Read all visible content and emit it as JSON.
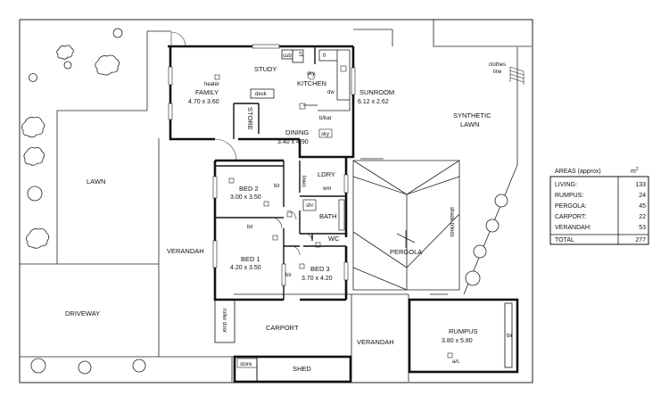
{
  "rooms": {
    "study": "STUDY",
    "family": "FAMILY",
    "family_dim": "4.70 x 3.60",
    "kitchen": "KITCHEN",
    "sunroom": "SUNROOM",
    "sunroom_dim": "6.12 x 2.62",
    "dining": "DINING",
    "dining_dim": "3.40 x 4.90",
    "store": "STORE",
    "lawn": "LAWN",
    "synthetic_lawn_1": "SYNTHETIC",
    "synthetic_lawn_2": "LAWN",
    "bed2": "BED 2",
    "bed2_dim": "3.00 x 3.50",
    "ldry": "LDRY",
    "bath": "BATH",
    "wc": "WC",
    "verandah_left": "VERANDAH",
    "bed1": "BED 1",
    "bed1_dim": "4.20 x 3.50",
    "bed3": "BED 3",
    "bed3_dim": "3.70 x 4.20",
    "pergola": "PERGOLA",
    "driveway": "DRIVEWAY",
    "carport": "CARPORT",
    "verandah_bottom": "VERANDAH",
    "rumpus": "RUMPUS",
    "rumpus_dim": "3.80 x 5.80",
    "shed": "SHED"
  },
  "fixtures": {
    "heater": "heater",
    "desk": "desk",
    "cub": "cub",
    "rf": "r/f",
    "fr": "fr",
    "sky1": "sky",
    "sky2": "sky",
    "dw": "dw",
    "bbar": "b/bar",
    "bir_bed2": "bir",
    "bir_hall": "bir",
    "bir_bed3": "bir",
    "bir_rumpus": "bir",
    "linen": "linen",
    "wm": "wm",
    "shr": "shr",
    "shade_blinds": "shade blinds",
    "clothes_line_1": "clothes",
    "clothes_line_2": "line",
    "roller_door": "roller door",
    "store_small": "store",
    "ac": "a/c"
  },
  "areas": {
    "title": "AREAS (approx)",
    "unit": "m",
    "unit_sup": "2",
    "rows": [
      {
        "label": "LIVING:",
        "value": "133"
      },
      {
        "label": "RUMPUS:",
        "value": "24"
      },
      {
        "label": "PERGOLA:",
        "value": "45"
      },
      {
        "label": "CARPORT:",
        "value": "22"
      },
      {
        "label": "VERANDAH:",
        "value": "53"
      }
    ],
    "total_label": "TOTAL",
    "total_value": "277"
  }
}
